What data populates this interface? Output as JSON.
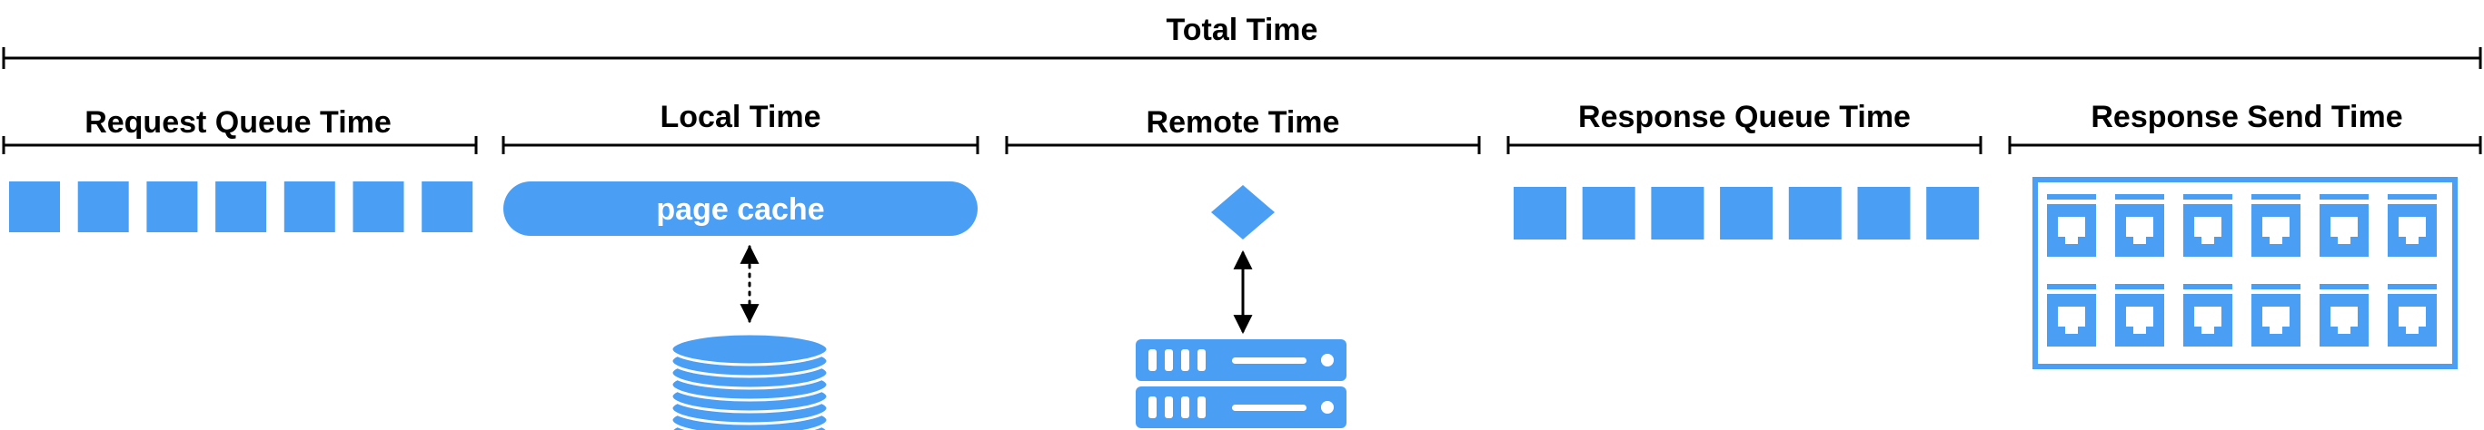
{
  "total": {
    "label": "Total Time"
  },
  "segments": [
    {
      "label": "Request Queue Time"
    },
    {
      "label": "Local Time"
    },
    {
      "label": "Remote Time"
    },
    {
      "label": "Response Queue Time"
    },
    {
      "label": "Response Send Time"
    }
  ],
  "request_queue": {
    "square_count": 7
  },
  "local": {
    "cache_label": "page cache",
    "icon": "database-icon",
    "link_style": "dotted-bidirectional"
  },
  "remote": {
    "node_icon": "diamond-icon",
    "server_icon": "server-rack-icon",
    "server_units": 2,
    "link_style": "solid-bidirectional"
  },
  "response_queue": {
    "square_count": 7
  },
  "response_send": {
    "port_rows": 2,
    "ports_per_row": 6,
    "icon": "network-switch-icon"
  },
  "colors": {
    "accent": "#4a9ff5",
    "line": "#000000",
    "background": "#ffffff"
  }
}
